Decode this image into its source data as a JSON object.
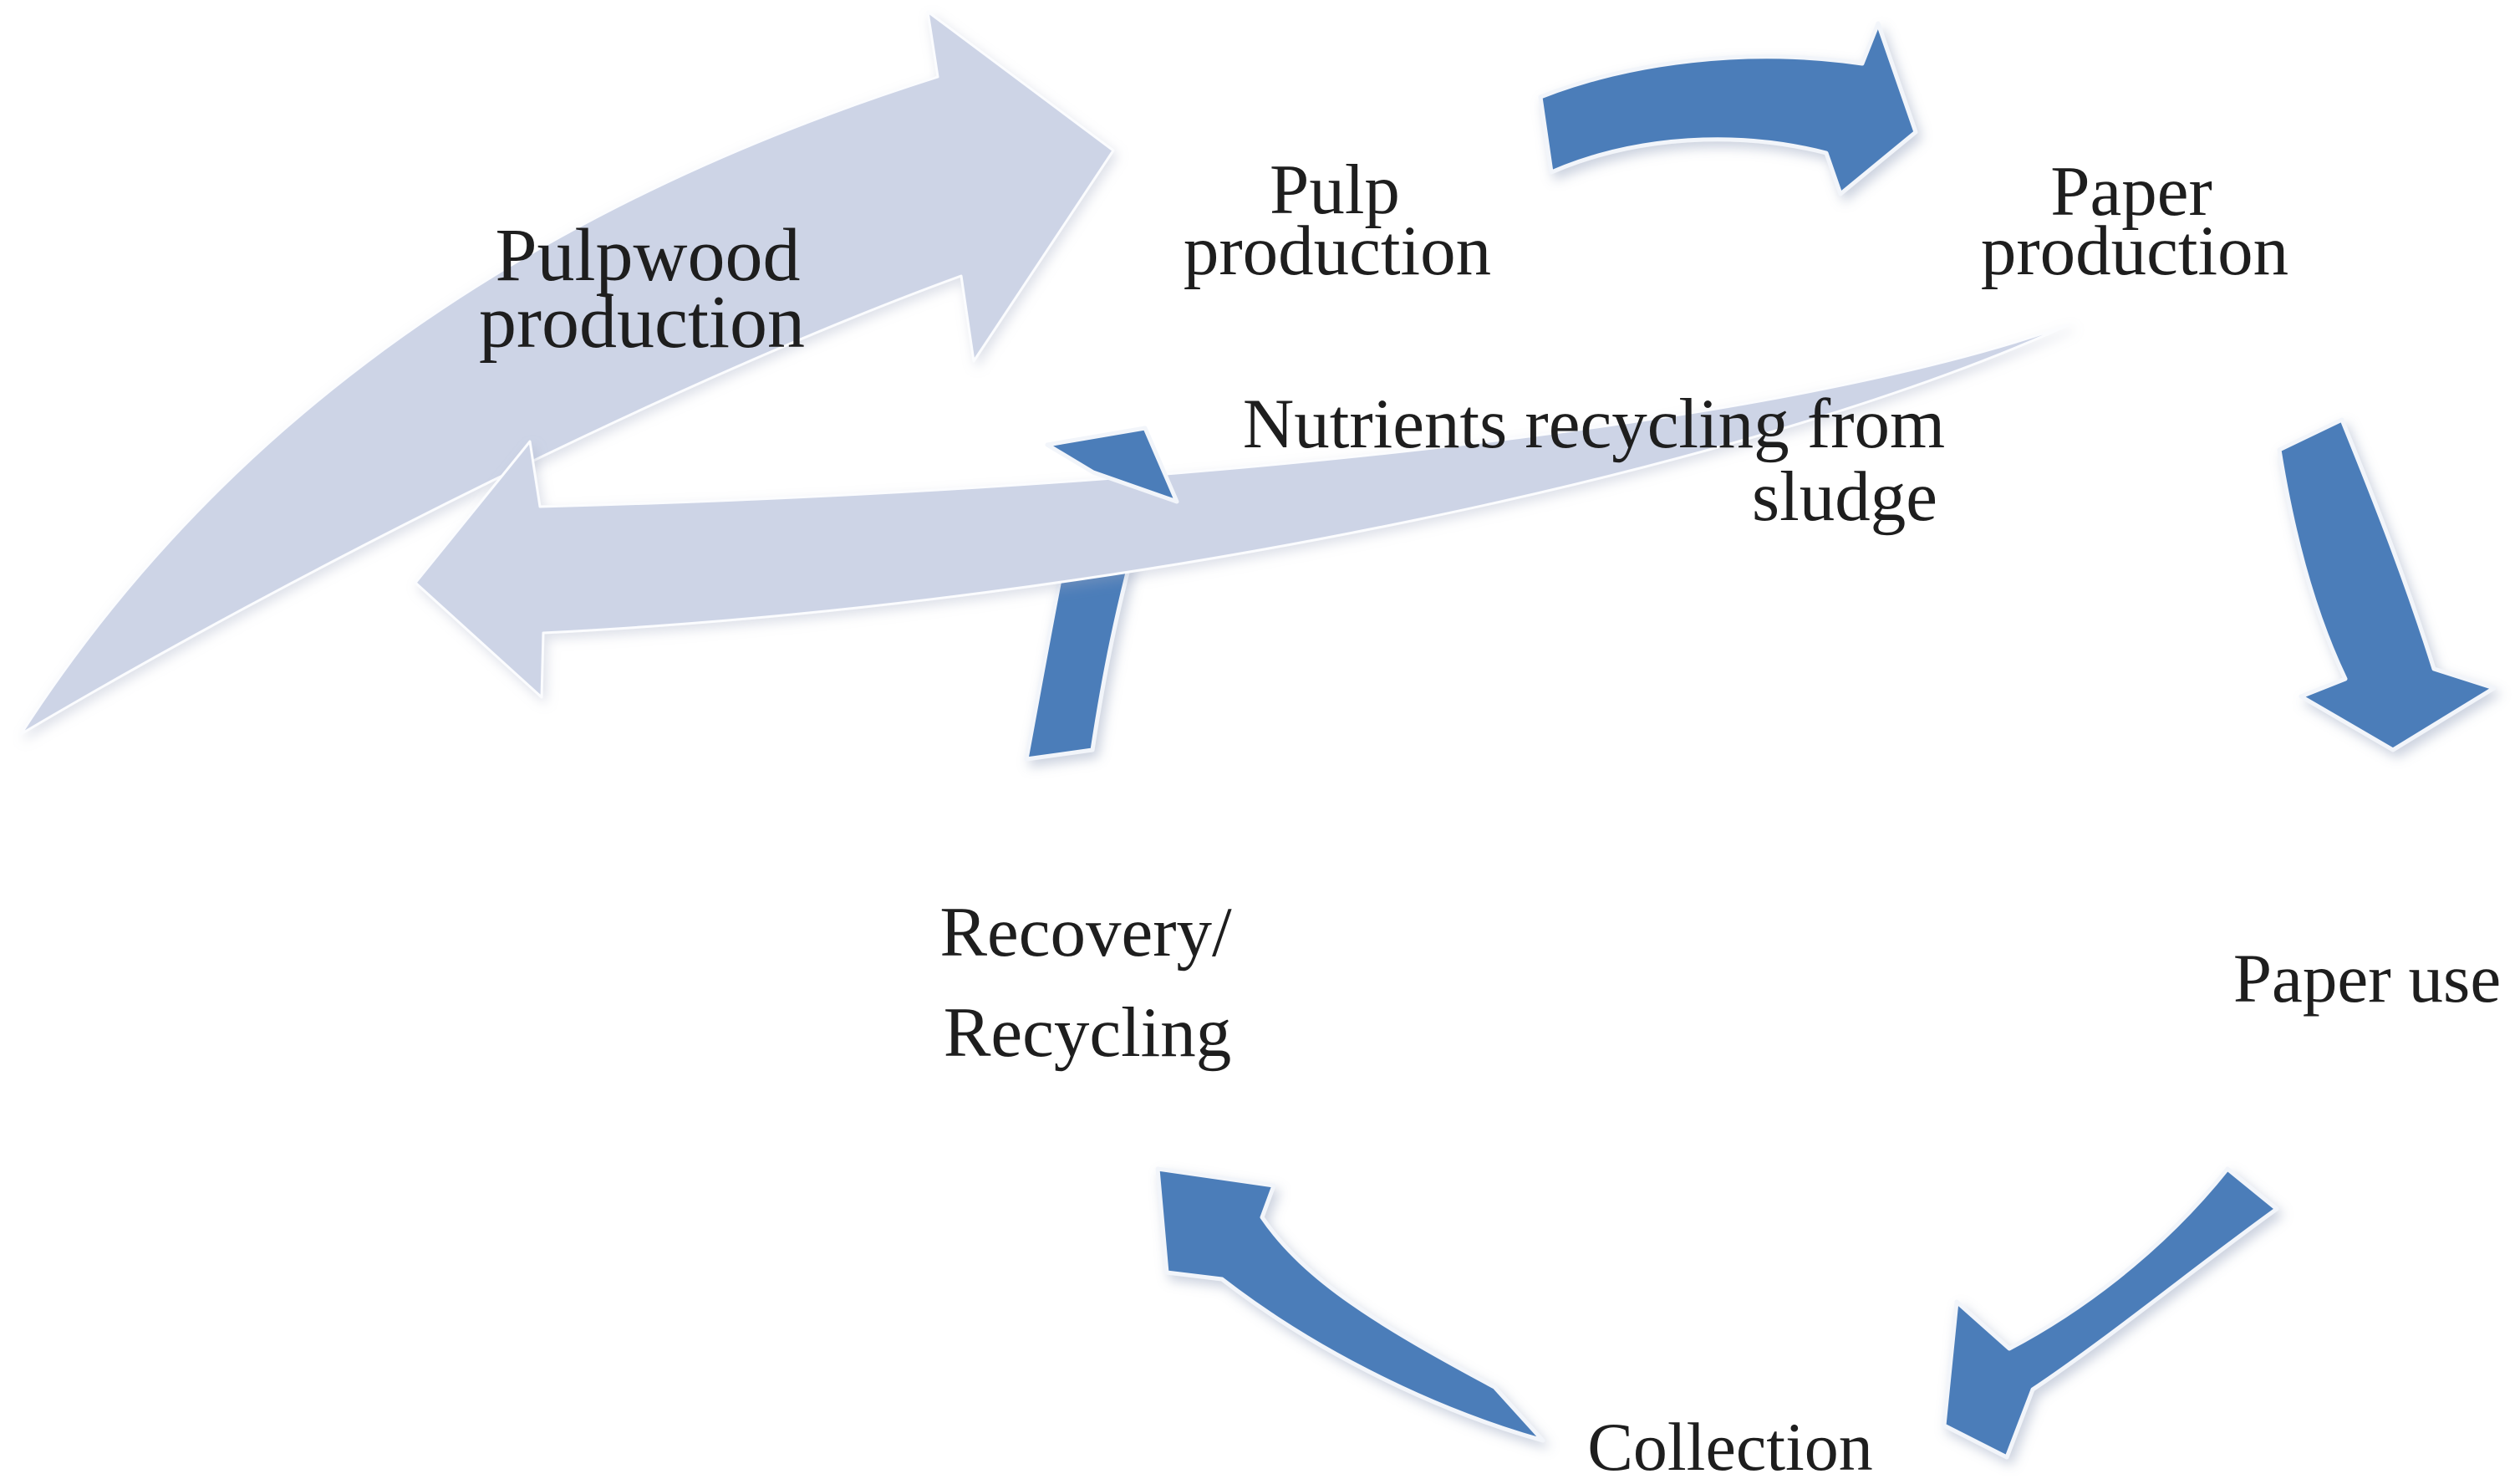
{
  "diagram": {
    "type": "cycle-flow-diagram",
    "subject": "Paper life cycle with nutrient recycling from sludge",
    "colors": {
      "arrow_blue": "#4b7db9",
      "arrow_light": "#cdd4e6",
      "text": "#1e1e1e",
      "background": "#ffffff"
    },
    "stages": [
      "Pulpwood production",
      "Pulp production",
      "Paper production",
      "Paper use",
      "Collection",
      "Recovery/ Recycling"
    ],
    "flows": [
      {
        "from": "Pulpwood production",
        "to": "Pulp production",
        "style": "large-light-curved-arrow"
      },
      {
        "from": "Pulp production",
        "to": "Paper production",
        "style": "blue-arc-arrow"
      },
      {
        "from": "Paper production",
        "to": "Paper use",
        "style": "blue-curved-arrow"
      },
      {
        "from": "Paper use",
        "to": "Collection",
        "style": "blue-curved-arrow"
      },
      {
        "from": "Collection",
        "to": "Recovery/ Recycling",
        "style": "blue-curved-arrow"
      },
      {
        "from": "Recovery/ Recycling",
        "to": "Pulp production",
        "style": "blue-curved-arrow"
      },
      {
        "from": "Paper production",
        "to": "Pulpwood production",
        "label": "Nutrients recycling from sludge",
        "style": "large-light-curved-arrow"
      }
    ]
  },
  "labels": {
    "pulpwood": [
      "Pulpwood",
      "production"
    ],
    "pulp": [
      "Pulp",
      "production"
    ],
    "paper_production": [
      "Paper",
      "production"
    ],
    "nutrients": [
      "Nutrients recycling from",
      "sludge"
    ],
    "recovery": [
      "Recovery/",
      "Recycling"
    ],
    "paper_use": [
      "Paper use"
    ],
    "collection": [
      "Collection"
    ]
  }
}
